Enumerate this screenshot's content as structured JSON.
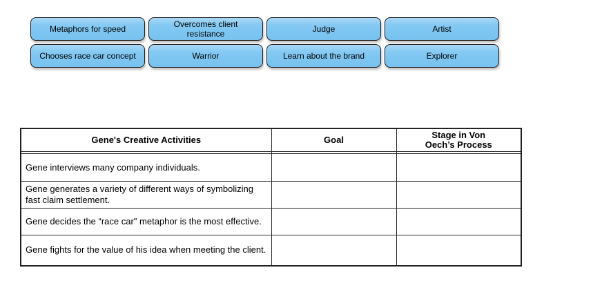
{
  "colors": {
    "chip_fill": "#7ec6f2",
    "chip_highlight": "#aad8f6",
    "chip_border": "#1b1b1b",
    "table_border": "#2b2b2b",
    "background": "#ffffff"
  },
  "chips": {
    "items": [
      {
        "label": "Metaphors for speed"
      },
      {
        "label": "Overcomes client resistance"
      },
      {
        "label": "Judge"
      },
      {
        "label": "Artist"
      },
      {
        "label": "Chooses race car concept"
      },
      {
        "label": "Warrior"
      },
      {
        "label": "Learn about the brand"
      },
      {
        "label": "Explorer"
      }
    ]
  },
  "table": {
    "columns": [
      "Gene's Creative Activities",
      "Goal",
      "Stage in Von\nOech’s Process"
    ],
    "rows": [
      {
        "activity": "Gene interviews many company individuals.",
        "goal": "",
        "stage": ""
      },
      {
        "activity": "Gene generates a variety of different ways of symbolizing fast claim settlement.",
        "goal": "",
        "stage": ""
      },
      {
        "activity": "Gene decides the “race car\" metaphor is the most effective.",
        "goal": "",
        "stage": ""
      },
      {
        "activity": "Gene fights for the value of his idea when meeting the client.",
        "goal": "",
        "stage": ""
      }
    ]
  }
}
